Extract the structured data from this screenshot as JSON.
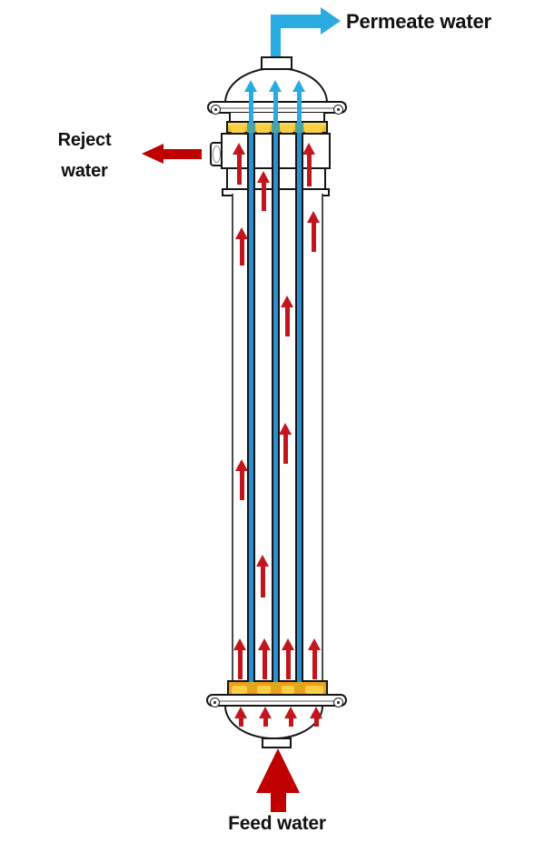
{
  "labels": {
    "permeate": "Permeate water",
    "reject_line1": "Reject",
    "reject_line2": "water",
    "feed": "Feed water"
  },
  "colors": {
    "permeate_cyan": "#29ABE2",
    "tube_blue": "#2D8FD1",
    "overlap_teal": "#4BA3A4",
    "flow_red": "#C3161C",
    "feed_reject_red": "#C00000",
    "tubesheet_yellow": "#F5C51F",
    "tubesheet_yellow_light": "#FBE27A",
    "tubesheet_orange": "#EE9F17",
    "tubesheet_block_yellow": "#F8CF45",
    "tube_cap_mustard": "#DCA81C",
    "outline_black": "#151515",
    "wall_gray": "#4A4A4A",
    "label_black": "#111111"
  },
  "icons": {
    "permeate_arrow": "elbow-up-right-arrow",
    "reject_arrow": "left-arrow",
    "feed_arrow": "up-arrow",
    "flow_arrow": "up-arrow",
    "flange_bolt": "bolt-circle"
  }
}
